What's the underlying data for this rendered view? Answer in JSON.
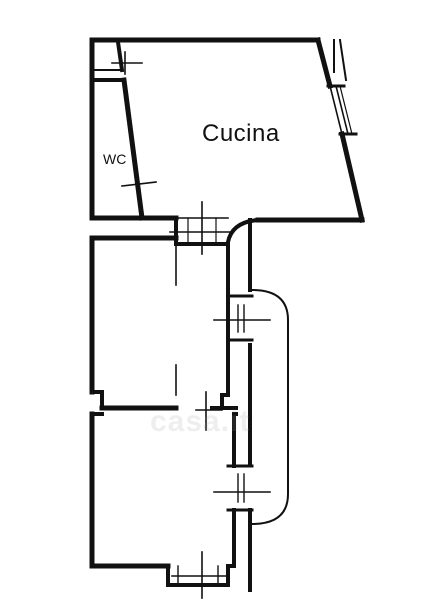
{
  "rooms": {
    "kitchen_label": "Cucina",
    "wc_label": "WC"
  },
  "watermark": {
    "text": "casa.it"
  },
  "colors": {
    "wall": "#111111",
    "background": "#ffffff"
  }
}
